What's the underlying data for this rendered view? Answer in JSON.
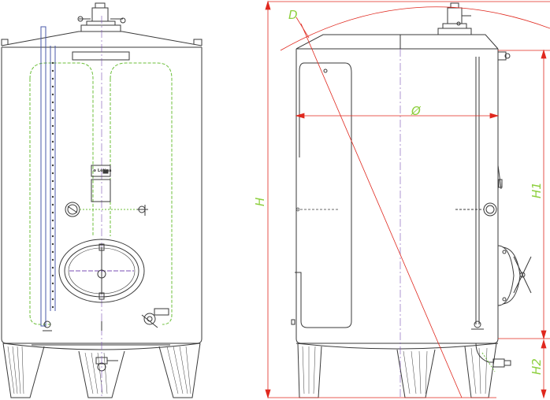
{
  "drawing": {
    "view_front": "front-elevation",
    "view_side": "side-elevation"
  },
  "dimensions": {
    "diagonal_label": "D",
    "diameter_label": "Ø",
    "height_label": "H",
    "h1_label": "H1",
    "h2_label": "H2"
  },
  "plate": {
    "brand": "⊕ Letina"
  },
  "colors": {
    "outline": "#3a3a3a",
    "dimension": "#e0281e",
    "dimension_text": "#8ccf3c",
    "centerline": "#7a4fb5",
    "cooling_jacket": "#6cbf3a",
    "level_gauge": "#4a5aa8"
  }
}
